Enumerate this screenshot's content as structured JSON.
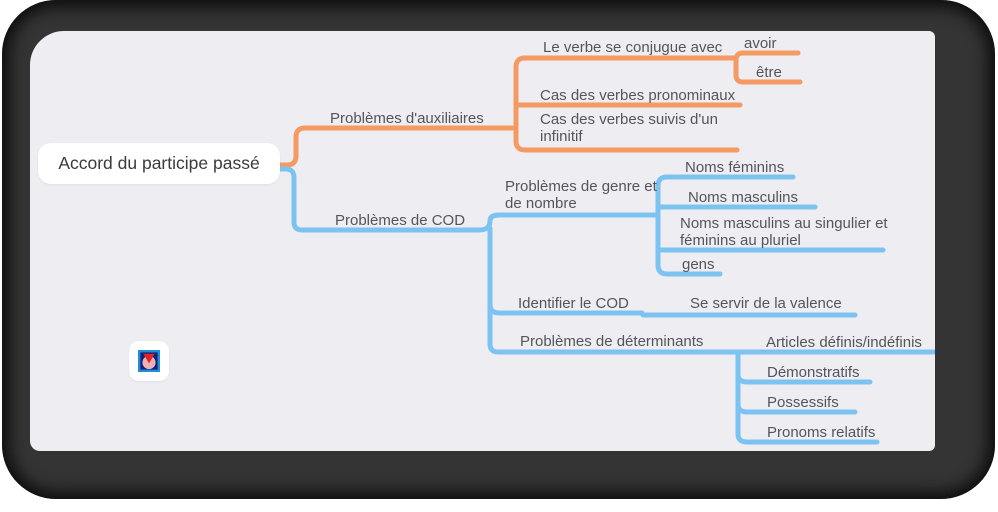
{
  "mindmap": {
    "root": "Accord du participe passé",
    "aux": {
      "label": "Problèmes d'auxiliaires",
      "conjugue": {
        "label": "Le verbe se conjugue avec",
        "avoir": "avoir",
        "etre": "être"
      },
      "pronominaux": "Cas des verbes pronominaux",
      "infinitif": "Cas des verbes suivis d'un infinitif"
    },
    "cod": {
      "label": "Problèmes de COD",
      "genre": {
        "label": "Problèmes de genre et de nombre",
        "feminins": "Noms féminins",
        "masculins": "Noms masculins",
        "mixte": "Noms masculins au singulier et féminins au pluriel",
        "gens": "gens"
      },
      "identifier": {
        "label": "Identifier le COD",
        "valence": "Se servir de la valence"
      },
      "determinants": {
        "label": "Problèmes de déterminants",
        "articles": "Articles définis/indéfinis",
        "demonstratifs": "Démonstratifs",
        "possessifs": "Possessifs",
        "pronoms": "Pronoms relatifs"
      }
    }
  },
  "icons": {
    "logo": "app-logo-icon"
  },
  "colors": {
    "branch_orange": "#F49A62",
    "branch_blue": "#7DC3F2",
    "canvas_background": "#EEEDF2",
    "frame_dark": "#343434",
    "label_text": "#54555A",
    "logo_blue": "#1F8FD5",
    "logo_navy": "#12227A",
    "logo_pink": "#F2AEB6",
    "logo_red": "#E32226"
  }
}
